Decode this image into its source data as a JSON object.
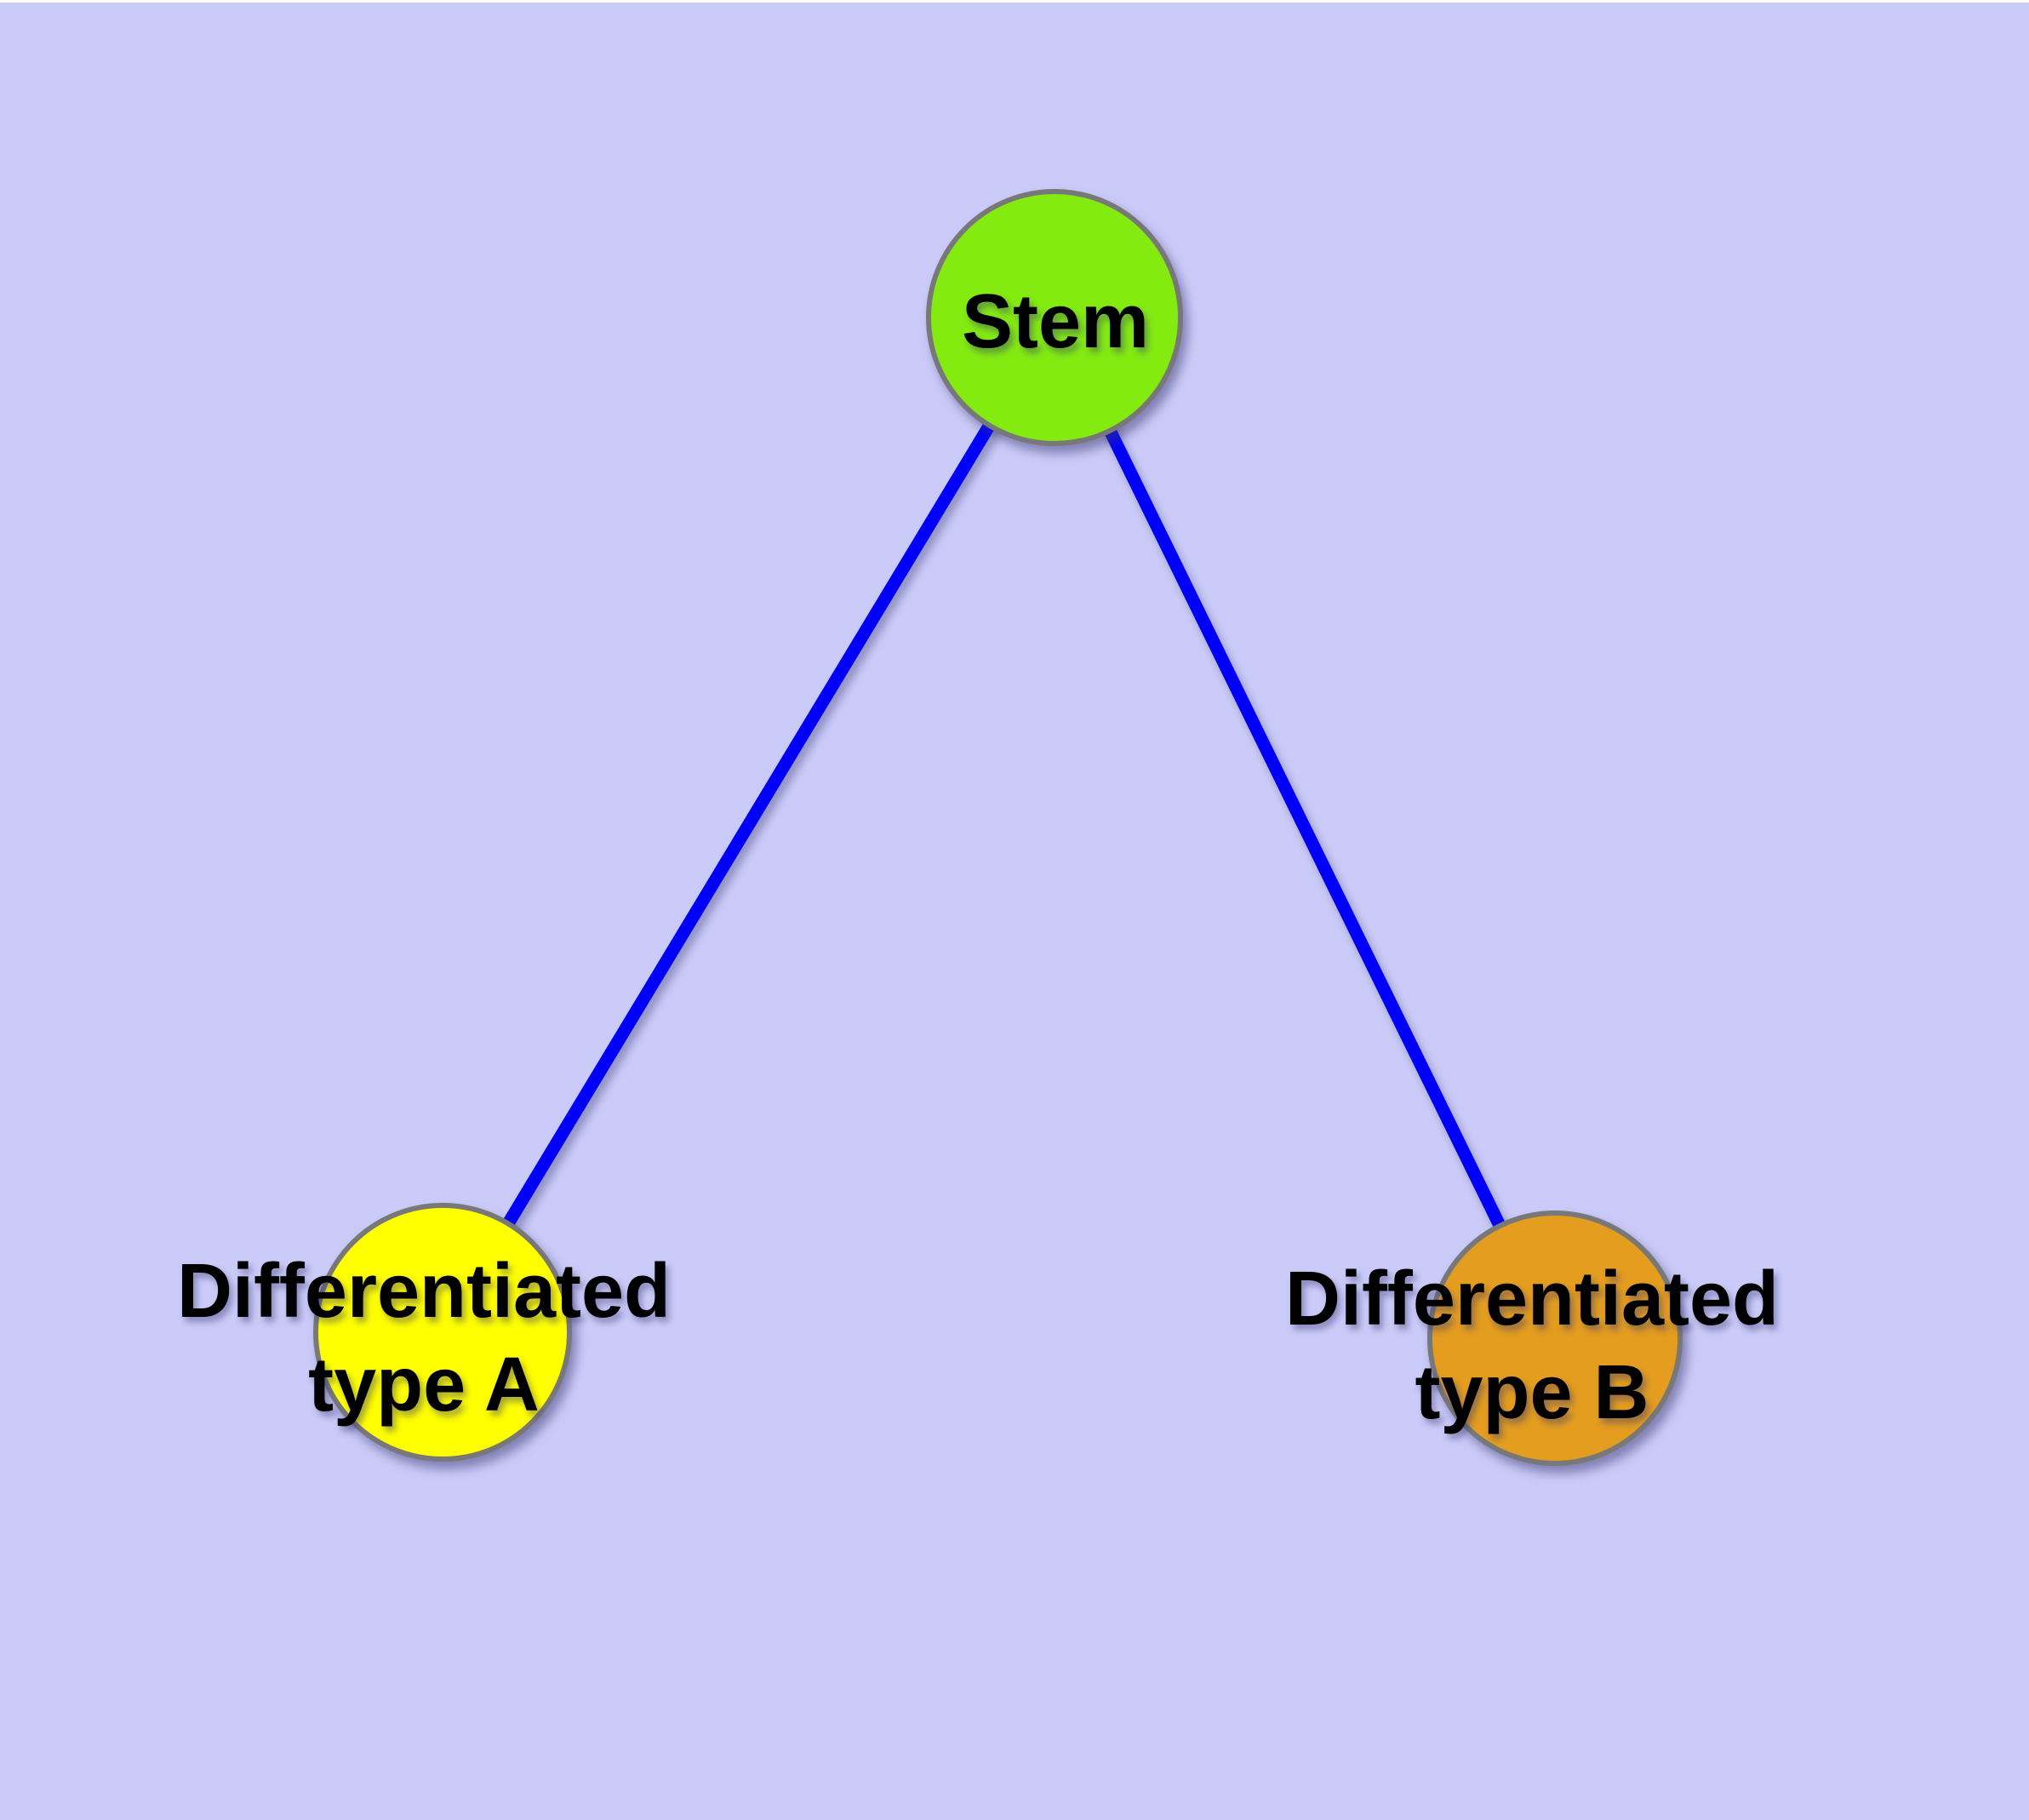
{
  "graph": {
    "type": "node-link-diagram",
    "background_color": "#CBCBF9",
    "top_edge_color": "#FFFFFF",
    "edge_color": "#0000FA",
    "node_border_color": "#787878",
    "label_color": "#000000",
    "nodes": {
      "stem": {
        "label": "Stem",
        "fill_color": "#84EB11"
      },
      "type_a": {
        "label": "Differentiated type A",
        "label_line1": "Differentiated",
        "label_line2": "type A",
        "fill_color": "#FFFF00"
      },
      "type_b": {
        "label": "Differentiated type B",
        "label_line1": "Differentiated",
        "label_line2": "type B",
        "fill_color": "#E49D1E"
      }
    },
    "edges": [
      {
        "from": "Stem",
        "to": "Differentiated type A"
      },
      {
        "from": "Stem",
        "to": "Differentiated type B"
      }
    ]
  }
}
